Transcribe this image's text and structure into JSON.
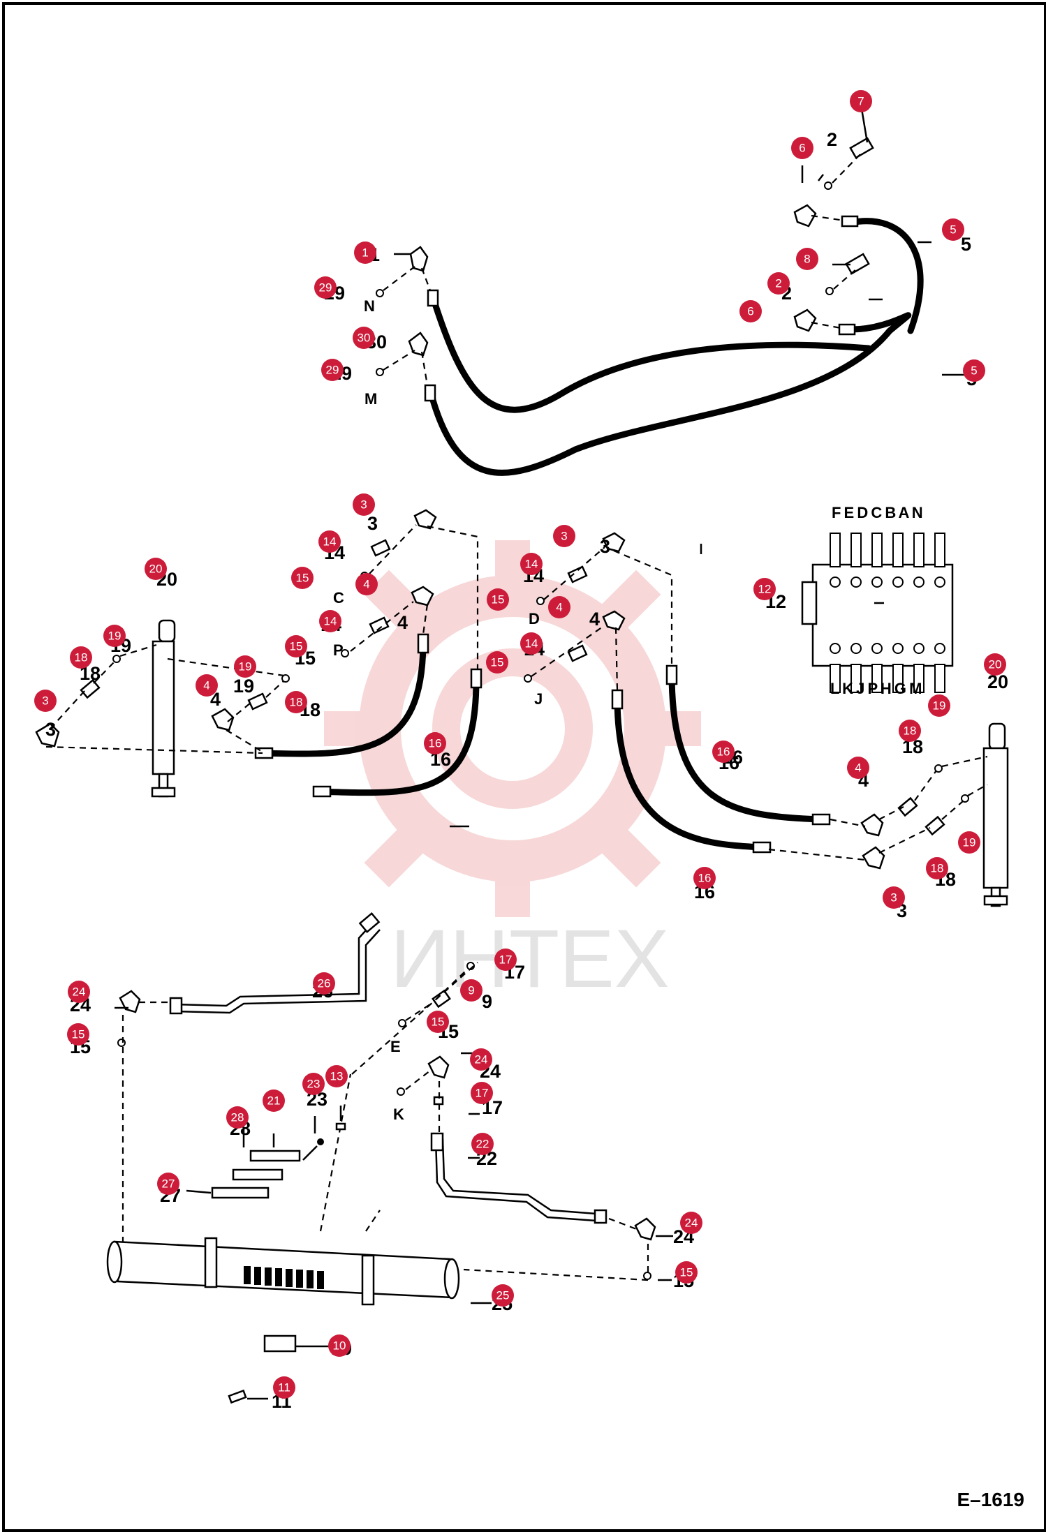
{
  "document_code": "E–1619",
  "watermark": {
    "text": "ИНТЕХ",
    "color": "#f2b8b8"
  },
  "marker_color": "#cc1c3a",
  "valve_port_letters_top": "F E D C B A N",
  "valve_port_letters_bottom": "L K J P H G M",
  "port_letters": [
    "N",
    "M",
    "C",
    "P",
    "D",
    "J",
    "E",
    "K"
  ],
  "callouts": [
    "7",
    "6",
    "2",
    "5",
    "1",
    "29",
    "8",
    "2",
    "6",
    "30",
    "29",
    "5",
    "3",
    "14",
    "15",
    "4",
    "14",
    "15",
    "3",
    "14",
    "15",
    "4",
    "14",
    "15",
    "20",
    "19",
    "18",
    "3",
    "4",
    "19",
    "18",
    "16",
    "16",
    "16",
    "16",
    "12",
    "20",
    "19",
    "18",
    "4",
    "18",
    "19",
    "3",
    "17",
    "26",
    "24",
    "9",
    "15",
    "15",
    "24",
    "17",
    "13",
    "23",
    "21",
    "28",
    "22",
    "27",
    "24",
    "15",
    "25",
    "10",
    "11"
  ],
  "labels": [
    "2",
    "3",
    "5",
    "1",
    "29",
    "2",
    "30",
    "29",
    "5",
    "3",
    "14",
    "14",
    "4",
    "14",
    "15",
    "4",
    "14",
    "20",
    "19",
    "18",
    "3",
    "4",
    "19",
    "18",
    "16",
    "16",
    "16",
    "16",
    "12",
    "20",
    "18",
    "4",
    "18",
    "3",
    "17",
    "26",
    "24",
    "9",
    "15",
    "15",
    "24",
    "17",
    "23",
    "28",
    "22",
    "27",
    "24",
    "15",
    "25",
    "10",
    "11"
  ]
}
